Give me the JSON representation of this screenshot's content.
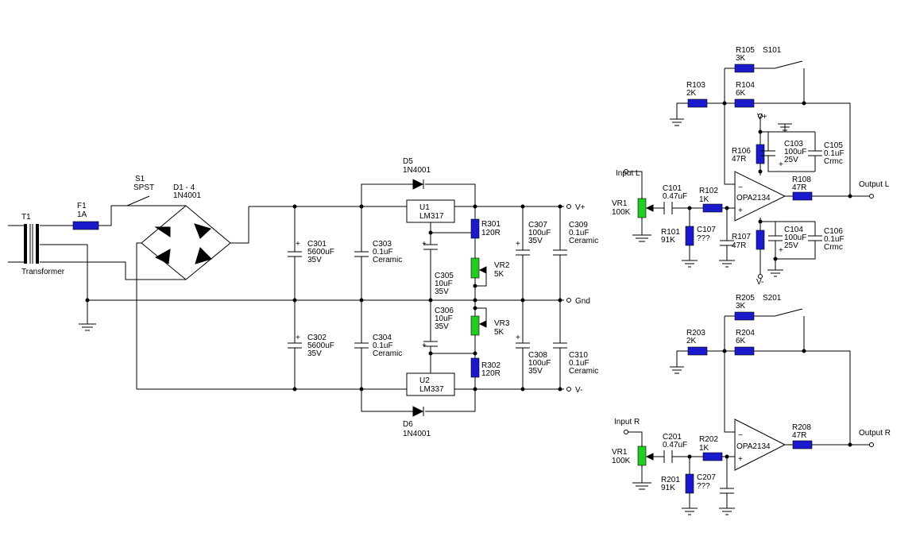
{
  "power": {
    "t1": "T1",
    "transformer": "Transformer",
    "f1": "F1",
    "f1_val": "1A",
    "s1": "S1",
    "s1_val": "SPST",
    "d14": "D1 - 4",
    "d14_val": "1N4001",
    "c301": "C301",
    "c301_v1": "5600uF",
    "c301_v2": "35V",
    "c302": "C302",
    "c302_v1": "5600uF",
    "c302_v2": "35V",
    "c303": "C303",
    "c303_v1": "0.1uF",
    "c303_v2": "Ceramic",
    "c304": "C304",
    "c304_v1": "0.1uF",
    "c304_v2": "Ceramic",
    "d5": "D5",
    "d5_val": "1N4001",
    "d6": "D6",
    "d6_val": "1N4001",
    "u1": "U1",
    "u1_val": "LM317",
    "u2": "U2",
    "u2_val": "LM337",
    "r301": "R301",
    "r301_val": "120R",
    "r302": "R302",
    "r302_val": "120R",
    "vr2": "VR2",
    "vr2_val": "5K",
    "vr3": "VR3",
    "vr3_val": "5K",
    "c305": "C305",
    "c305_v1": "10uF",
    "c305_v2": "35V",
    "c306": "C306",
    "c306_v1": "10uF",
    "c306_v2": "35V",
    "c307": "C307",
    "c307_v1": "100uF",
    "c307_v2": "35V",
    "c308": "C308",
    "c308_v1": "100uF",
    "c308_v2": "35V",
    "c309": "C309",
    "c309_v1": "0.1uF",
    "c309_v2": "Ceramic",
    "c310": "C310",
    "c310_v1": "0.1uF",
    "c310_v2": "Ceramic",
    "vplus": "V+",
    "gnd": "Gnd",
    "vminus": "V-",
    "plus": "+"
  },
  "left": {
    "r105": "R105",
    "r105_val": "3K",
    "s101": "S101",
    "r103": "R103",
    "r103_val": "2K",
    "r104": "R104",
    "r104_val": "6K",
    "vplus": "V+",
    "vminus": "V-",
    "r106": "R106",
    "r106_val": "47R",
    "r107": "R107",
    "r107_val": "47R",
    "c103": "C103",
    "c103_v1": "100uF",
    "c103_v2": "25V",
    "c104": "C104",
    "c104_v1": "100uF",
    "c104_v2": "25V",
    "c105": "C105",
    "c105_v1": "0.1uF",
    "c105_v2": "Crmc",
    "c106": "C106",
    "c106_v1": "0.1uF",
    "c106_v2": "Crmc",
    "input": "Input L",
    "vr1": "VR1",
    "vr1_val": "100K",
    "c101": "C101",
    "c101_val": "0.47uF",
    "r102": "R102",
    "r102_val": "1K",
    "r101": "R101",
    "r101_val": "91K",
    "c107": "C107",
    "c107_val": "???",
    "opamp": "OPA2134",
    "r108": "R108",
    "r108_val": "47R",
    "output": "Output L",
    "minus": "−",
    "plus": "+"
  },
  "right": {
    "r205": "R205",
    "r205_val": "3K",
    "s201": "S201",
    "r203": "R203",
    "r203_val": "2K",
    "r204": "R204",
    "r204_val": "6K",
    "input": "Input R",
    "vr1": "VR1",
    "vr1_val": "100K",
    "c201": "C201",
    "c201_val": "0.47uF",
    "r202": "R202",
    "r202_val": "1K",
    "r201": "R201",
    "r201_val": "91K",
    "c207": "C207",
    "c207_val": "???",
    "opamp": "OPA2134",
    "r208": "R208",
    "r208_val": "47R",
    "output": "Output R",
    "minus": "−",
    "plus": "+"
  }
}
